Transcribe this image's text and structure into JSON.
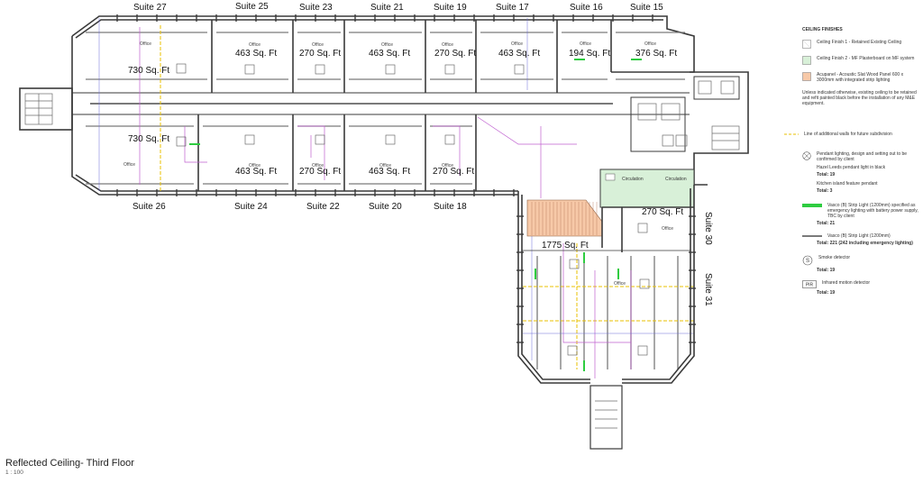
{
  "suites_top": [
    "Suite 27",
    "Suite 25",
    "Suite 23",
    "Suite 21",
    "Suite 19",
    "Suite 17",
    "Suite 16",
    "Suite 15"
  ],
  "suites_bottom": [
    "Suite 26",
    "Suite 24",
    "Suite 22",
    "Suite 20",
    "Suite 18"
  ],
  "suite_30": "Suite 30",
  "suite_31": "Suite 31",
  "areas_top": [
    "730 Sq. Ft",
    "463 Sq. Ft",
    "270 Sq. Ft",
    "463 Sq. Ft",
    "270 Sq. Ft",
    "463 Sq. Ft",
    "194 Sq. Ft",
    "376 Sq. Ft"
  ],
  "areas_bottom": [
    "730 Sq. Ft",
    "463 Sq. Ft",
    "270 Sq. Ft",
    "463 Sq. Ft",
    "270 Sq. Ft"
  ],
  "area_suite30": "270 Sq. Ft",
  "area_suite31": "1775 Sq. Ft",
  "office_label": "Office",
  "circulation_label": "Circulation",
  "legend": {
    "heading": "CEILING FINISHES",
    "finish1": "Ceiling Finish 1 - Retained Existing Ceiling",
    "finish2": "Ceiling Finish 2 - MF Plasterboard on MF system",
    "finish3": "Acupanel - Acoustic Slat Wood Panel 600 x 3000mm with integrated strip lighting",
    "note": "Unless indicated otherwise, existing ceiling to be retained and refit painted black before the installation of any M&E equipment.",
    "additional_walls": "Line of additional walls for future subdivision",
    "pendant": "Pendant lighting, design and setting out to be confirmed by client",
    "pendant_sub1": "Hazel Leeds pendant light in black",
    "pendant_total": "Total: 19",
    "pendant_sub2": "Kitchen island feature pendant",
    "pendant_total2": "Total: 3",
    "emergency": "Vasco (B) Strip Light (1200mm) specified as emergency lighting with battery power supply, TBC by client",
    "emergency_total": "Total: 21",
    "strip": "Vasco (B) Strip Light (1200mm)",
    "strip_total": "Total: 221 (242 including emergency lighting)",
    "smoke": "Smoke detector",
    "smoke_symbol": "S",
    "smoke_total": "Total: 19",
    "pir": "Infrared motion detector",
    "pir_symbol": "PIR",
    "pir_total": "Total: 19"
  },
  "title": "Reflected Ceiling- Third Floor",
  "scale": "1 : 100",
  "colors": {
    "wall": "#3a3a3a",
    "emergency_green": "#2ecc40",
    "finish2_green": "#d8f0d8",
    "acupanel_orange": "#f7c9a8",
    "future_wall_yellow": "#e8c200",
    "duct_purple": "#c060d0",
    "grid_blue": "#6b6bd8"
  }
}
